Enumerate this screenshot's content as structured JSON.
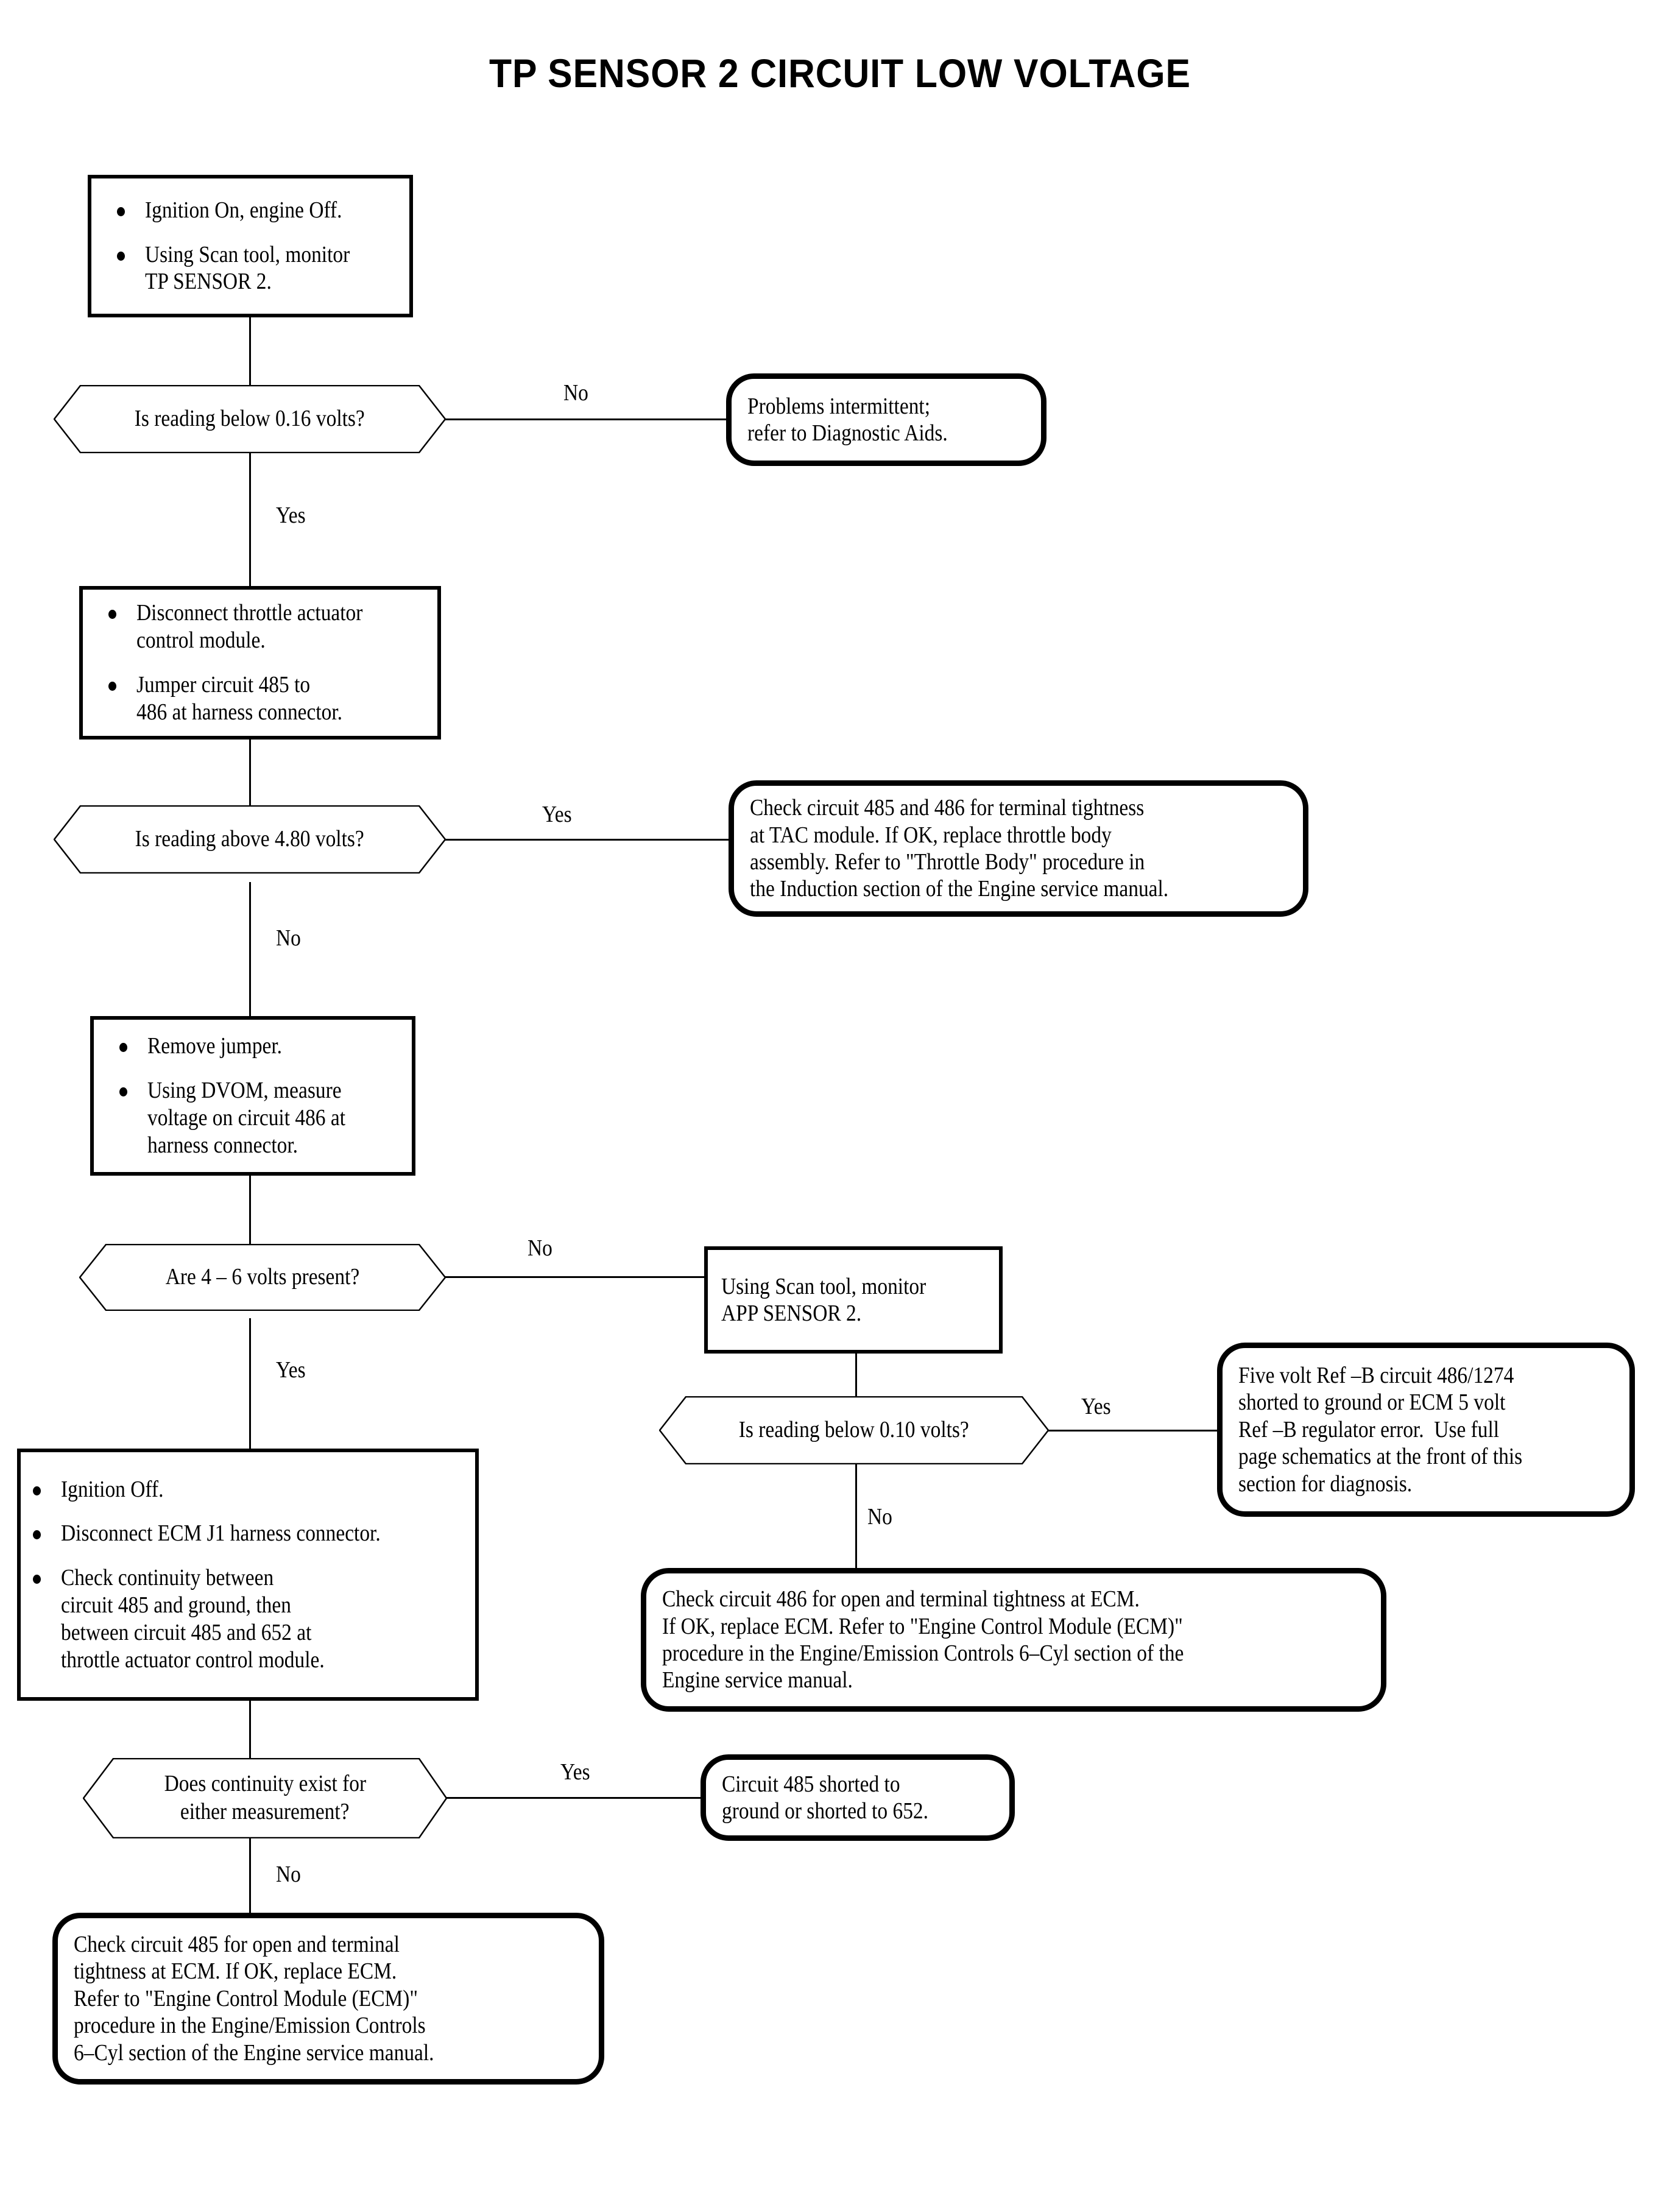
{
  "document": {
    "title": "TP SENSOR 2 CIRCUIT LOW VOLTAGE",
    "type": "diagnostic-flowchart"
  },
  "nodes": {
    "step1": {
      "shape": "process",
      "bullets": [
        "Ignition On, engine Off.",
        "Using Scan tool, monitor\nTP SENSOR 2."
      ]
    },
    "decision1": {
      "shape": "decision",
      "text": "Is reading below 0.16 volts?"
    },
    "term_intermittent": {
      "shape": "terminal",
      "lines": [
        "Problems intermittent;",
        "refer to Diagnostic Aids."
      ]
    },
    "step2": {
      "shape": "process",
      "bullets": [
        "Disconnect throttle actuator\ncontrol module.",
        "Jumper circuit 485 to\n486 at harness connector."
      ]
    },
    "decision2": {
      "shape": "decision",
      "text": "Is reading above 4.80 volts?"
    },
    "term_tac": {
      "shape": "terminal",
      "lines": [
        "Check circuit 485 and 486 for terminal tightness",
        "at TAC module. If OK, replace throttle body",
        "assembly. Refer to \"Throttle Body\" procedure in",
        "the Induction section of the Engine service manual."
      ]
    },
    "step3": {
      "shape": "process",
      "bullets": [
        "Remove jumper.",
        "Using DVOM, measure\nvoltage on circuit 486 at\nharness connector."
      ]
    },
    "decision3": {
      "shape": "decision",
      "text": "Are 4 – 6 volts present?"
    },
    "step4": {
      "shape": "process",
      "lines": [
        "Using Scan tool, monitor",
        "APP SENSOR 2."
      ]
    },
    "decision4": {
      "shape": "decision",
      "text": "Is reading below 0.10 volts?"
    },
    "term_fivevolt": {
      "shape": "terminal",
      "lines": [
        "Five volt Ref –B circuit 486/1274",
        "shorted to ground or ECM 5 volt",
        "Ref –B regulator error.  Use full",
        "page schematics at the front of this",
        "section for diagnosis."
      ]
    },
    "term_circuit486": {
      "shape": "terminal",
      "lines": [
        "Check circuit 486 for open and terminal tightness at ECM.",
        "If OK, replace ECM. Refer to \"Engine Control Module (ECM)\"",
        "procedure in the Engine/Emission Controls 6–Cyl section of the",
        "Engine service manual."
      ]
    },
    "step5": {
      "shape": "process",
      "bullets": [
        "Ignition Off.",
        "Disconnect ECM J1 harness connector.",
        "Check continuity between\ncircuit 485 and ground, then\nbetween circuit 485 and 652 at\nthrottle actuator control module."
      ]
    },
    "decision5": {
      "shape": "decision",
      "lines": [
        "Does continuity exist for",
        "either measurement?"
      ]
    },
    "term_shorted": {
      "shape": "terminal",
      "lines": [
        "Circuit 485 shorted to",
        "ground or shorted to 652."
      ]
    },
    "term_circuit485": {
      "shape": "terminal",
      "lines": [
        "Check circuit 485 for open and terminal",
        "tightness at ECM. If OK, replace ECM.",
        "Refer to \"Engine Control Module (ECM)\"",
        "procedure in the Engine/Emission Controls",
        "6–Cyl section of the Engine service manual."
      ]
    }
  },
  "edge_labels": {
    "d1_no": "No",
    "d1_yes": "Yes",
    "d2_yes": "Yes",
    "d2_no": "No",
    "d3_no": "No",
    "d3_yes": "Yes",
    "d4_yes": "Yes",
    "d4_no": "No",
    "d5_yes": "Yes",
    "d5_no": "No"
  },
  "colors": {
    "ink": "#000000",
    "paper": "#ffffff"
  }
}
